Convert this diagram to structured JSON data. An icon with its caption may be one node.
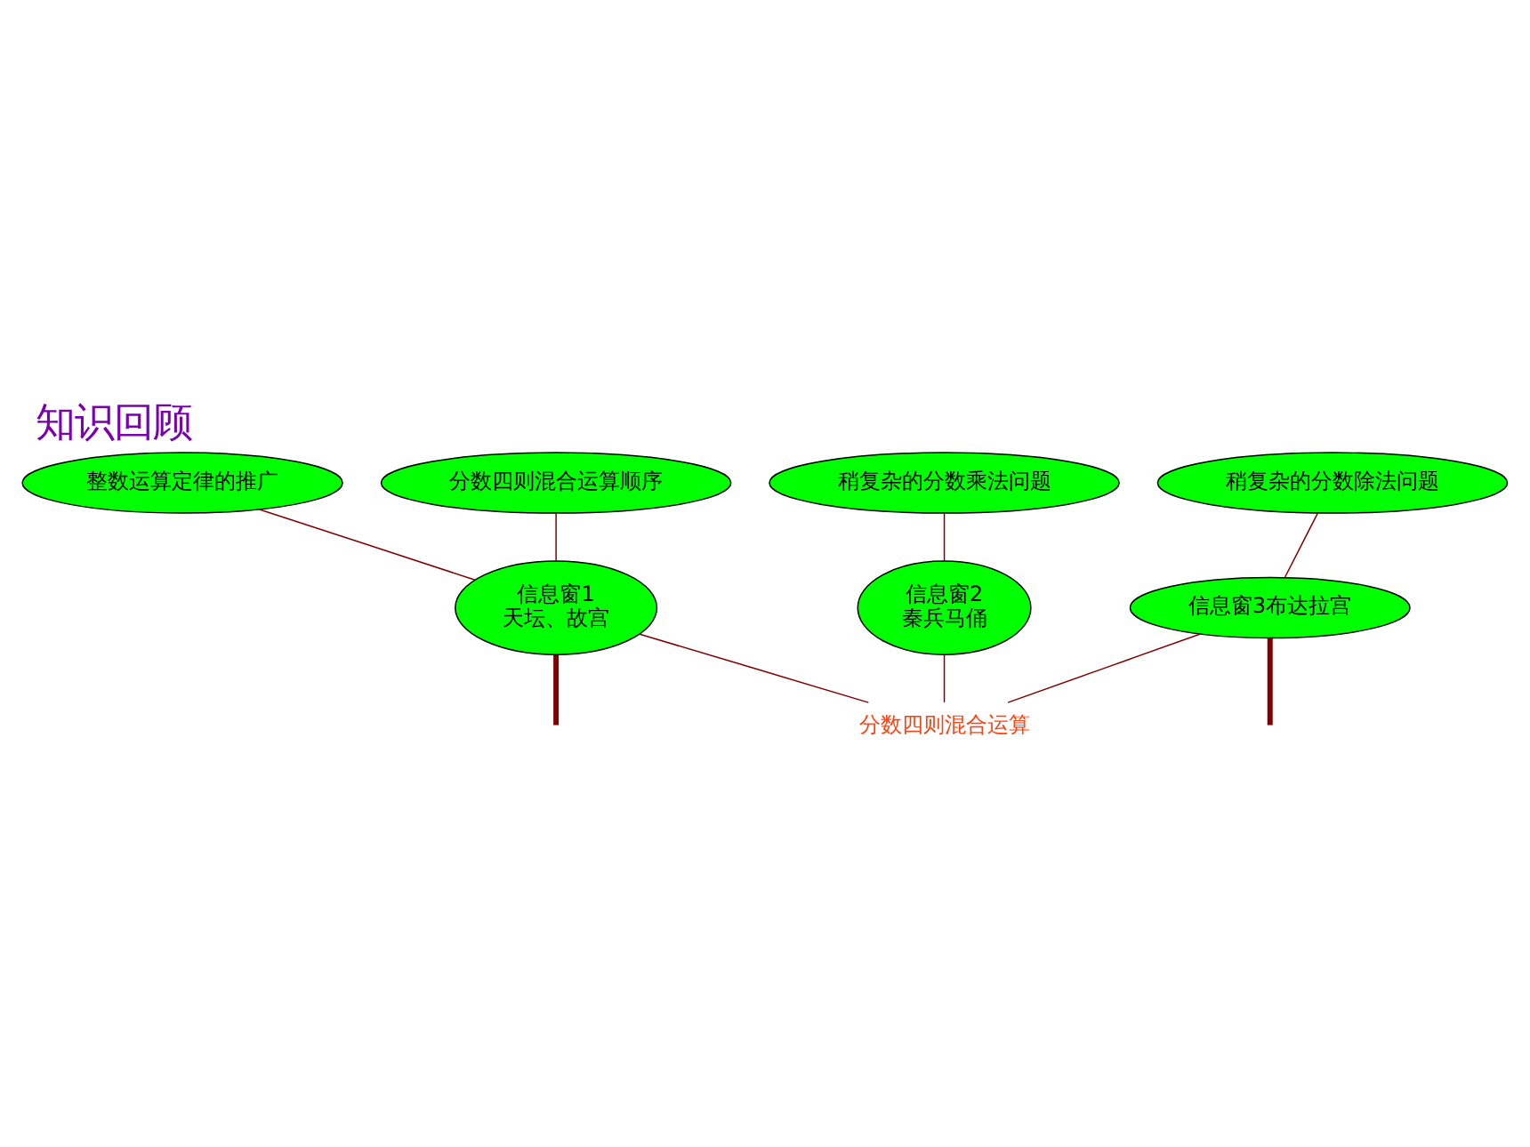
{
  "diagram": {
    "title": "知识回顾",
    "nodes": [
      {
        "text": [
          "稍复杂的分数乘法问题"
        ]
      },
      {
        "text": [
          "整数运算定律的推广"
        ]
      },
      {
        "text": [
          "稍复杂的分数除法问题"
        ]
      },
      {
        "text": [
          "信息窗2",
          "秦兵马俑"
        ]
      },
      {
        "text": [
          "分数四则混合运算顺序"
        ]
      },
      {
        "text": [
          "信息窗1",
          "天坛、故宫"
        ]
      },
      {
        "text": [
          "信息窗3布达拉宫"
        ]
      },
      {
        "text": [
          "分数四则混合运算"
        ]
      }
    ],
    "edges": [
      {
        "from": 5,
        "to": 1,
        "arrow": "none"
      },
      {
        "from": 5,
        "to": 4,
        "arrow": "none"
      },
      {
        "from": 3,
        "to": 0,
        "arrow": "none"
      },
      {
        "from": 6,
        "to": 2,
        "arrow": "none"
      },
      {
        "from": 7,
        "to": 5,
        "arrow": "none"
      },
      {
        "from": 7,
        "to": 3,
        "arrow": "none"
      },
      {
        "from": 7,
        "to": 6,
        "arrow": "none"
      },
      {
        "from": null,
        "to": 5,
        "arrow": "none",
        "style": "thick"
      },
      {
        "from": null,
        "to": 6,
        "arrow": "none",
        "style": "thick"
      }
    ]
  }
}
